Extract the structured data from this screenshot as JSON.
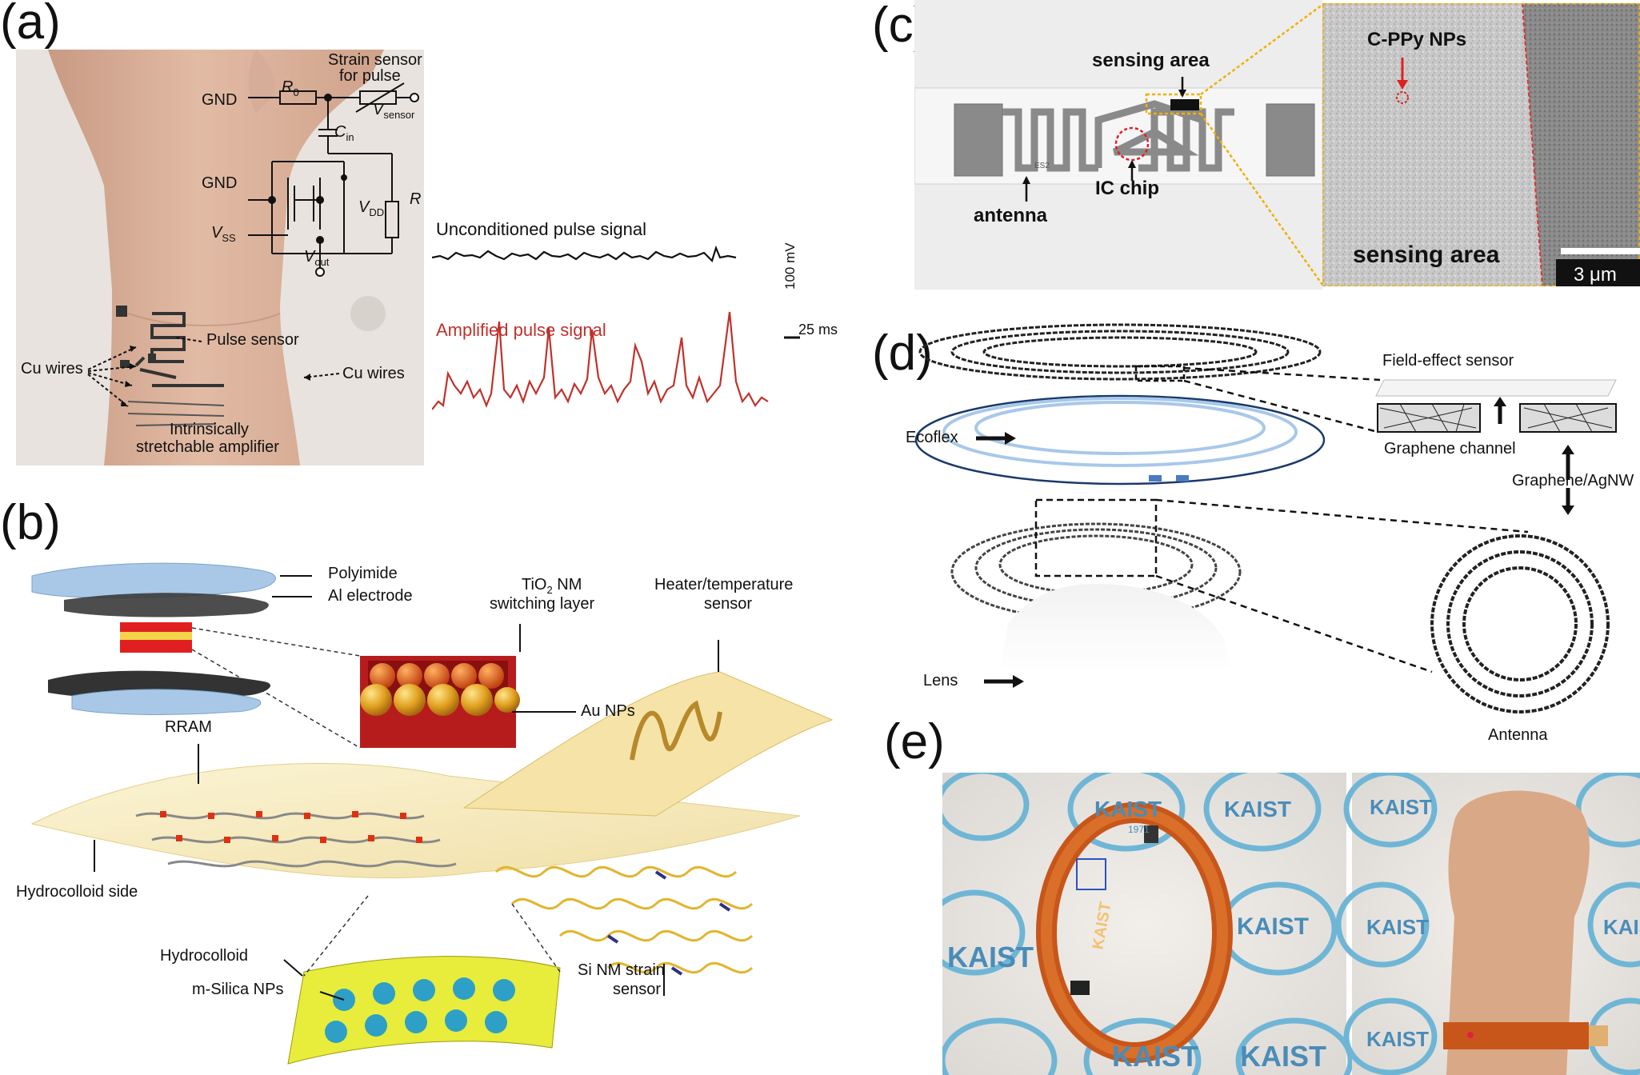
{
  "panels": {
    "a": {
      "letter": "(a)",
      "circuit": {
        "gnd1": "GND",
        "r0": "R",
        "r0_sub": "0",
        "strain_line1": "Strain sensor",
        "strain_line2": "for pulse",
        "vsensor": "V",
        "vsensor_sub": "sensor",
        "cin": "C",
        "cin_sub": "in",
        "gnd2": "GND",
        "vdd": "V",
        "vdd_sub": "DD",
        "r": "R",
        "vss": "V",
        "vss_sub": "SS",
        "vout": "V",
        "vout_sub": "out"
      },
      "pulse_sensor": "Pulse sensor",
      "cu_wires_left": "Cu wires",
      "cu_wires_right": "Cu wires",
      "amp_line1": "Intrinsically",
      "amp_line2": "stretchable amplifier",
      "unconditioned": "Unconditioned pulse signal",
      "amplified": "Amplified pulse signal",
      "scale_v": "100 mV",
      "scale_t": "25 ms",
      "colors": {
        "amplified": "#c0312b",
        "raw": "#111111"
      }
    },
    "b": {
      "letter": "(b)",
      "polyimide": "Polyimide",
      "al_electrode": "Al electrode",
      "tio2_line1": "TiO",
      "tio2_sub": "2",
      "tio2_line1_rest": " NM",
      "tio2_line2": "switching layer",
      "heater_line1": "Heater/temperature",
      "heater_line2": "sensor",
      "au_nps": "Au NPs",
      "rram": "RRAM",
      "hydrocolloid_side": "Hydrocolloid side",
      "hydrocolloid": "Hydrocolloid",
      "msilica": "m-Silica NPs",
      "si_nm_line1": "Si NM strain",
      "si_nm_line2": "sensor"
    },
    "c": {
      "letter": "(c)",
      "sensing_area_top": "sensing area",
      "antenna": "antenna",
      "ic_chip": "IC chip",
      "cppy": "C-PPy NPs",
      "sensing_area_sem": "sensing area",
      "scale": "3 μm",
      "chip_mark": "ES2"
    },
    "d": {
      "letter": "(d)",
      "field_effect": "Field-effect sensor",
      "ecoflex": "Ecoflex",
      "graphene_channel": "Graphene channel",
      "graphene_agnw": "Graphene/AgNW",
      "lens": "Lens",
      "antenna": "Antenna"
    },
    "e": {
      "letter": "(e)",
      "logo_text": "KAIST",
      "logo_year": "1971",
      "band_text": "KAIST"
    }
  }
}
